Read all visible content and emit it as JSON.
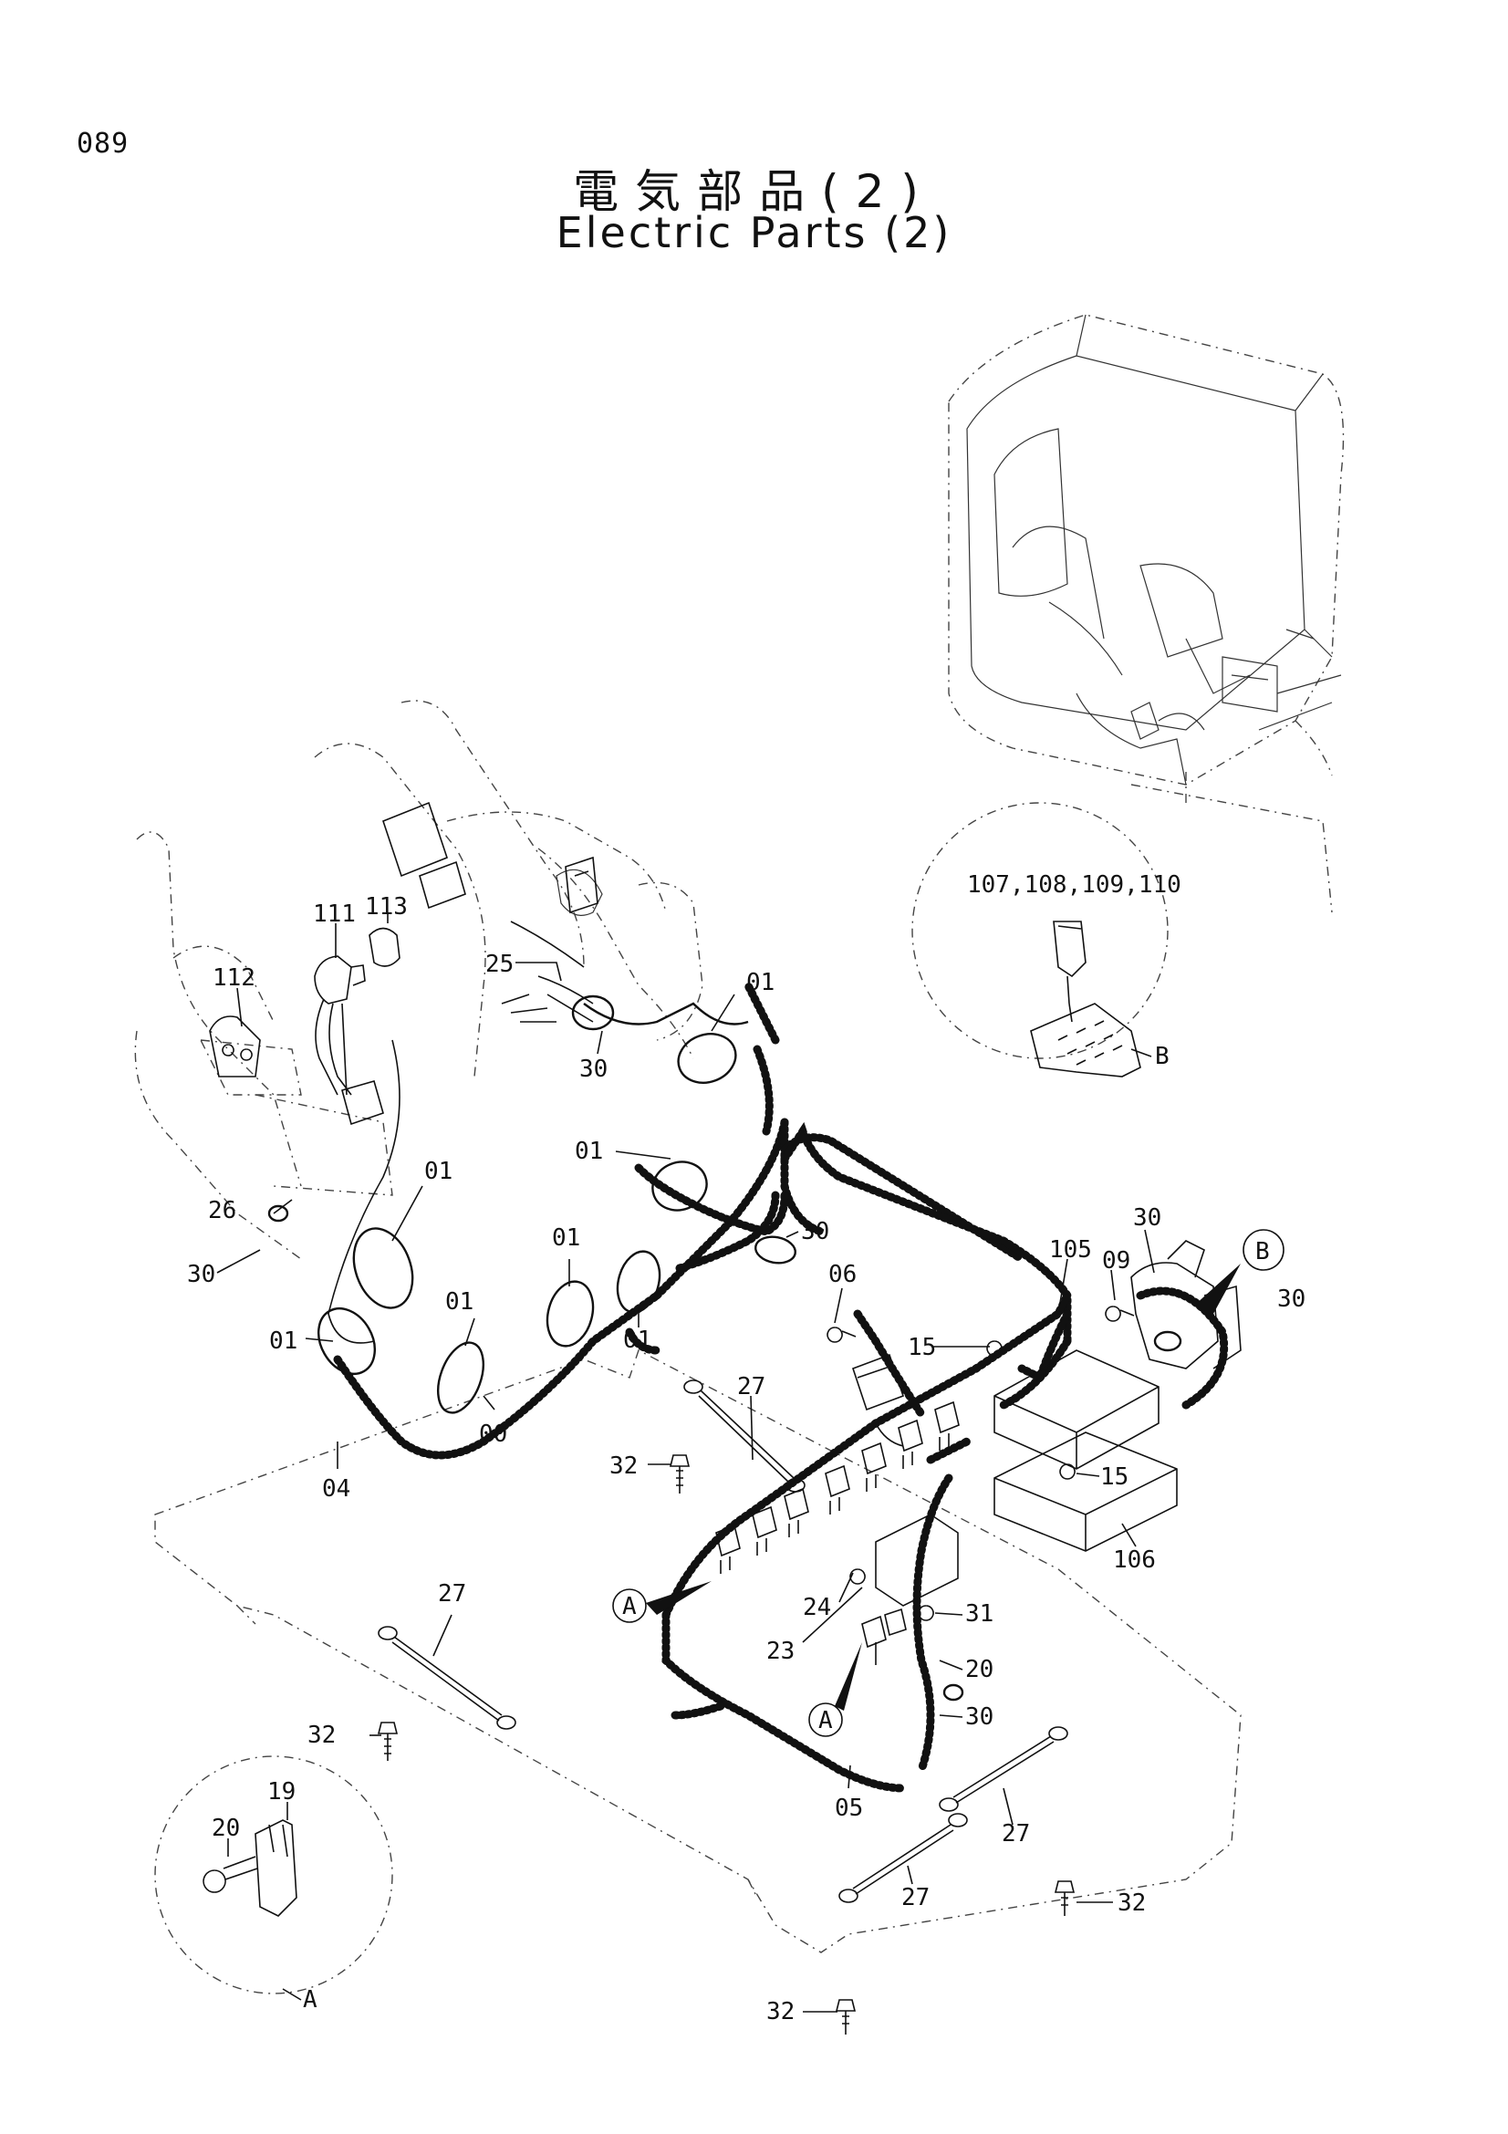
{
  "page": {
    "number": "089"
  },
  "title": {
    "ja": "電気部品(2)",
    "en": "Electric Parts (2)"
  },
  "callouts": {
    "p107_110": "107,108,109,110",
    "p111": "111",
    "p113": "113",
    "p112": "112",
    "p25": "25",
    "p01a": "01",
    "p30a": "30",
    "p01b": "01",
    "p01c": "01",
    "p26": "26",
    "p30b": "30",
    "p01d": "01",
    "p01e": "01",
    "p01f": "01",
    "p01g": "01",
    "p00": "00",
    "p04": "04",
    "p30c": "30",
    "p06": "06",
    "p105": "105",
    "p30d": "30",
    "p09": "09",
    "p30e": "30",
    "p15a": "15",
    "p27a": "27",
    "p32a": "32",
    "p15b": "15",
    "p106": "106",
    "p24": "24",
    "p31": "31",
    "p23": "23",
    "p20a": "20",
    "p30f": "30",
    "p27b": "27",
    "p32b": "32",
    "p05": "05",
    "p27c": "27",
    "p27d": "27",
    "p32c": "32",
    "p32d": "32",
    "p19": "19",
    "p20b": "20"
  },
  "views": {
    "A": "A",
    "B": "B"
  }
}
